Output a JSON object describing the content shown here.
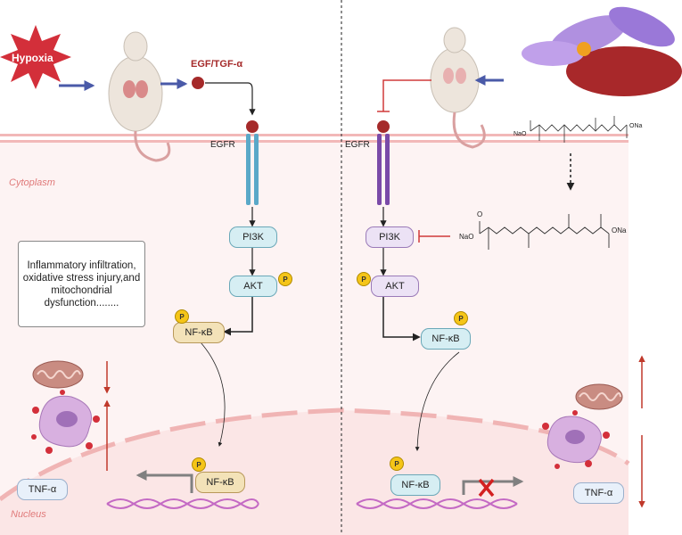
{
  "labels": {
    "hypoxia": "Hypoxia",
    "ligand": "EGF/TGF-α",
    "egfr_left": "EGFR",
    "egfr_right": "EGFR",
    "cytoplasm": "Cytoplasm",
    "nucleus": "Nucleus",
    "phospho": "P"
  },
  "left_pathway": {
    "pi3k": "PI3K",
    "akt": "AKT",
    "nfkb_cyto": "NF-κB",
    "nfkb_nuc": "NF-κB",
    "tnf": "TNF-α",
    "note": "Inflammatory infiltration, oxidative stress injury,and mitochondrial dysfunction........"
  },
  "right_pathway": {
    "pi3k": "PI3K",
    "akt": "AKT",
    "nfkb_cyto": "NF-κB",
    "nfkb_nuc": "NF-κB",
    "tnf": "TNF-α",
    "molecule_na_left": "NaO",
    "molecule_na_right": "ONa",
    "molecule_o": "O"
  },
  "colors": {
    "blue_arrow": "#4a5aa8",
    "inhibit_red": "#d03a3a",
    "left_receptor": "#5aa8c8",
    "right_receptor": "#7a4aa8",
    "cytoplasm_bg": "#fdf3f3",
    "hypoxia_red": "#d32f3a"
  }
}
